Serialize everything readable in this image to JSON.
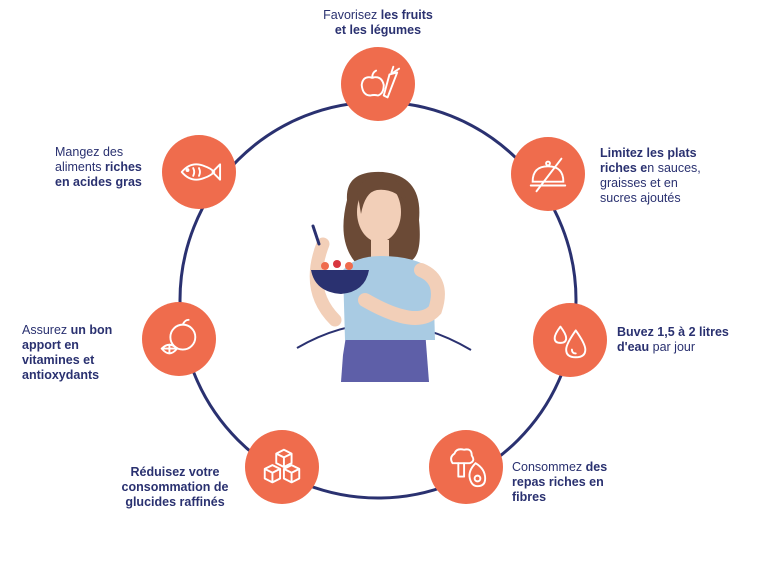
{
  "colors": {
    "accent": "#ef6c4d",
    "ring": "#2a3170",
    "text": "#2a3170",
    "shirt": "#a9cbe3",
    "skin": "#f2cfb8",
    "hair": "#6b4a36",
    "bowl": "#2a3170",
    "pants": "#5e5fa8"
  },
  "tips": [
    {
      "id": "fruits",
      "icon": "apple-carrot-icon",
      "parts": [
        [
          "Favorisez ",
          false
        ],
        [
          "les fruits",
          true
        ],
        [
          "\n",
          false
        ],
        [
          "et les légumes",
          true
        ]
      ]
    },
    {
      "id": "plats",
      "icon": "no-dish-icon",
      "parts": [
        [
          "Limitez ",
          true
        ],
        [
          "les plats",
          true
        ],
        [
          "\n",
          false
        ],
        [
          "riches e",
          true
        ],
        [
          "n sauces,",
          false
        ],
        [
          "\n",
          false
        ],
        [
          "graisses et en",
          false
        ],
        [
          "\n",
          false
        ],
        [
          "sucres ajoutés",
          false
        ]
      ]
    },
    {
      "id": "eau",
      "icon": "water-drop-icon",
      "parts": [
        [
          "Buvez 1,5 à 2 litres",
          true
        ],
        [
          "\n",
          false
        ],
        [
          "d'eau",
          true
        ],
        [
          " par jour",
          false
        ]
      ]
    },
    {
      "id": "fibres",
      "icon": "broccoli-avocado-icon",
      "parts": [
        [
          "Consommez ",
          false
        ],
        [
          "des",
          true
        ],
        [
          "\n",
          false
        ],
        [
          "repas riches en",
          true
        ],
        [
          "\n",
          false
        ],
        [
          "fibres",
          true
        ]
      ]
    },
    {
      "id": "glucides",
      "icon": "sugar-cubes-icon",
      "parts": [
        [
          "Réduisez votre",
          true
        ],
        [
          "\n",
          false
        ],
        [
          "consommation de",
          true
        ],
        [
          "\n",
          false
        ],
        [
          "glucides raffinés",
          true
        ]
      ]
    },
    {
      "id": "vitamines",
      "icon": "orange-icon",
      "parts": [
        [
          "Assurez ",
          false
        ],
        [
          "un bon",
          true
        ],
        [
          "\n",
          false
        ],
        [
          "apport en",
          true
        ],
        [
          "\n",
          false
        ],
        [
          "vitamines et",
          true
        ],
        [
          "\n",
          false
        ],
        [
          "antioxydants",
          true
        ]
      ]
    },
    {
      "id": "gras",
      "icon": "fish-icon",
      "parts": [
        [
          "Mangez des",
          false
        ],
        [
          "\n",
          false
        ],
        [
          "aliments ",
          false
        ],
        [
          "riches",
          true
        ],
        [
          "\n",
          false
        ],
        [
          "en acides gras",
          true
        ]
      ]
    }
  ]
}
